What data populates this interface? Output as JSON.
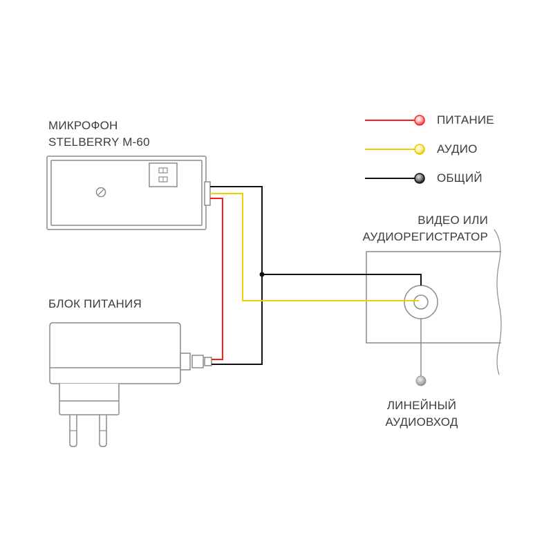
{
  "colors": {
    "power": "#ff1a1a",
    "audio": "#f0d000",
    "common": "#111111",
    "outline": "#8a8a8a",
    "text": "#3c3c3c"
  },
  "microphone": {
    "line1": "МИКРОФОН",
    "line2": "STELBERRY M-60"
  },
  "power_supply": {
    "label": "БЛОК ПИТАНИЯ"
  },
  "recorder": {
    "line1": "ВИДЕО ИЛИ",
    "line2": "АУДИОРЕГИСТРАТОР"
  },
  "line_input": {
    "line1": "ЛИНЕЙНЫЙ",
    "line2": "АУДИОВХОД"
  },
  "legend": [
    {
      "key": "power",
      "label": "ПИТАНИЕ",
      "color": "#ff1a1a"
    },
    {
      "key": "audio",
      "label": "АУДИО",
      "color": "#f0d000"
    },
    {
      "key": "common",
      "label": "ОБЩИЙ",
      "color": "#111111"
    }
  ]
}
